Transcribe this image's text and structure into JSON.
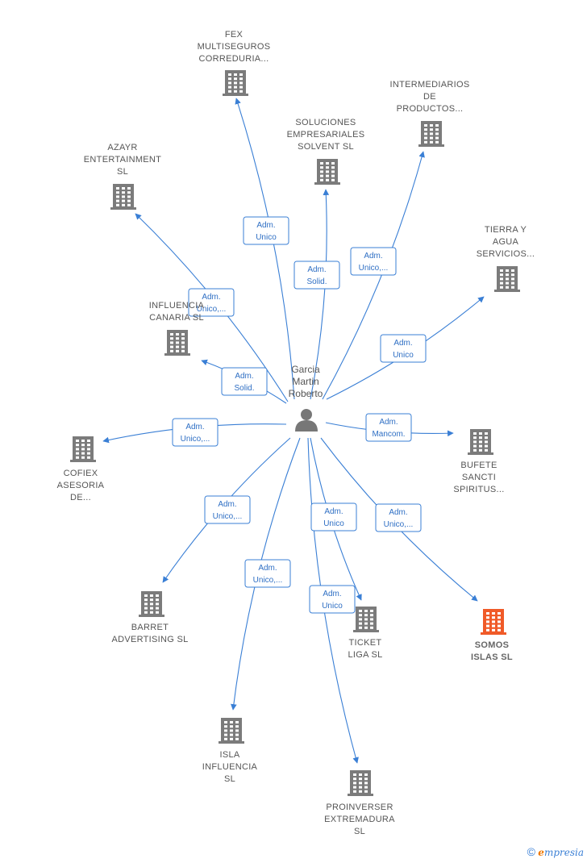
{
  "colors": {
    "edge": "#3a7fd5",
    "building": "#7b7b7b",
    "building_highlight": "#f05a28",
    "person": "#777777"
  },
  "center": {
    "name_lines": [
      "Garcia",
      "Martin",
      "Roberto"
    ],
    "icon": "person-icon"
  },
  "companies": [
    {
      "id": "fex",
      "lines": [
        "FEX",
        "MULTISEGUROS",
        "CORREDURIA..."
      ],
      "icon": "building-icon"
    },
    {
      "id": "intermediarios",
      "lines": [
        "INTERMEDIARIOS",
        "DE",
        "PRODUCTOS..."
      ],
      "icon": "building-icon"
    },
    {
      "id": "soluciones",
      "lines": [
        "SOLUCIONES",
        "EMPRESARIALES",
        "SOLVENT  SL"
      ],
      "icon": "building-icon"
    },
    {
      "id": "azayr",
      "lines": [
        "AZAYR",
        "ENTERTAINMENT",
        "SL"
      ],
      "icon": "building-icon"
    },
    {
      "id": "tierra",
      "lines": [
        "TIERRA Y",
        "AGUA",
        "SERVICIOS..."
      ],
      "icon": "building-icon"
    },
    {
      "id": "influencia",
      "lines": [
        "INFLUENCIA",
        "CANARIA  SL"
      ],
      "icon": "building-icon"
    },
    {
      "id": "cofiex",
      "lines": [
        "COFIEX",
        "ASESORIA",
        "DE..."
      ],
      "icon": "building-icon"
    },
    {
      "id": "bufete",
      "lines": [
        "BUFETE",
        "SANCTI",
        "SPIRITUS..."
      ],
      "icon": "building-icon"
    },
    {
      "id": "barret",
      "lines": [
        "BARRET",
        "ADVERTISING SL"
      ],
      "icon": "building-icon"
    },
    {
      "id": "ticket",
      "lines": [
        "TICKET",
        "LIGA  SL"
      ],
      "icon": "building-icon"
    },
    {
      "id": "somos",
      "lines": [
        "SOMOS",
        "ISLAS  SL"
      ],
      "icon": "building-icon",
      "highlight": true
    },
    {
      "id": "isla",
      "lines": [
        "ISLA",
        "INFLUENCIA",
        "SL"
      ],
      "icon": "building-icon"
    },
    {
      "id": "proinverser",
      "lines": [
        "PROINVERSER",
        "EXTREMADURA",
        "SL"
      ],
      "icon": "building-icon"
    }
  ],
  "relations": [
    {
      "target": "fex",
      "lines": [
        "Adm.",
        "Unico"
      ]
    },
    {
      "target": "soluciones",
      "lines": [
        "Adm.",
        "Solid."
      ]
    },
    {
      "target": "intermediarios",
      "lines": [
        "Adm.",
        "Unico,..."
      ]
    },
    {
      "target": "azayr",
      "lines": [
        "Adm.",
        "Unico,..."
      ]
    },
    {
      "target": "tierra",
      "lines": [
        "Adm.",
        "Unico"
      ]
    },
    {
      "target": "influencia",
      "lines": [
        "Adm.",
        "Solid."
      ]
    },
    {
      "target": "cofiex",
      "lines": [
        "Adm.",
        "Unico,..."
      ]
    },
    {
      "target": "bufete",
      "lines": [
        "Adm.",
        "Mancom."
      ]
    },
    {
      "target": "barret",
      "lines": [
        "Adm.",
        "Unico,..."
      ]
    },
    {
      "target": "ticket",
      "lines": [
        "Adm.",
        "Unico"
      ]
    },
    {
      "target": "somos",
      "lines": [
        "Adm.",
        "Unico,..."
      ]
    },
    {
      "target": "isla",
      "lines": [
        "Adm.",
        "Unico,..."
      ]
    },
    {
      "target": "proinverser",
      "lines": [
        "Adm.",
        "Unico"
      ]
    }
  ],
  "footer": {
    "copyright": "©",
    "brand_first": "e",
    "brand_rest": "mpresia"
  }
}
